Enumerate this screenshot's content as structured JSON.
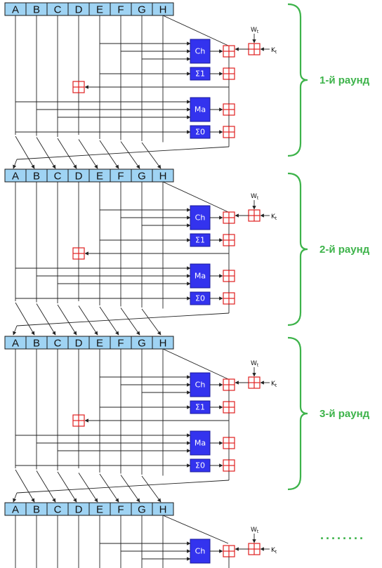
{
  "registers": [
    "A",
    "B",
    "C",
    "D",
    "E",
    "F",
    "G",
    "H"
  ],
  "functions": {
    "ch": "Ch",
    "sigma1": "Σ1",
    "ma": "Ma",
    "sigma0": "Σ0"
  },
  "inputs": {
    "w": "W",
    "w_sub": "t",
    "k": "K",
    "k_sub": "t"
  },
  "rounds": [
    {
      "label": "1-й раунд"
    },
    {
      "label": "2-й раунд"
    },
    {
      "label": "3-й раунд"
    }
  ],
  "continuation": "........",
  "colors": {
    "register_fill": "#9fd3f3",
    "function_fill": "#3333ee",
    "adder_stroke": "#e02020",
    "brace_green": "#3db34a"
  }
}
